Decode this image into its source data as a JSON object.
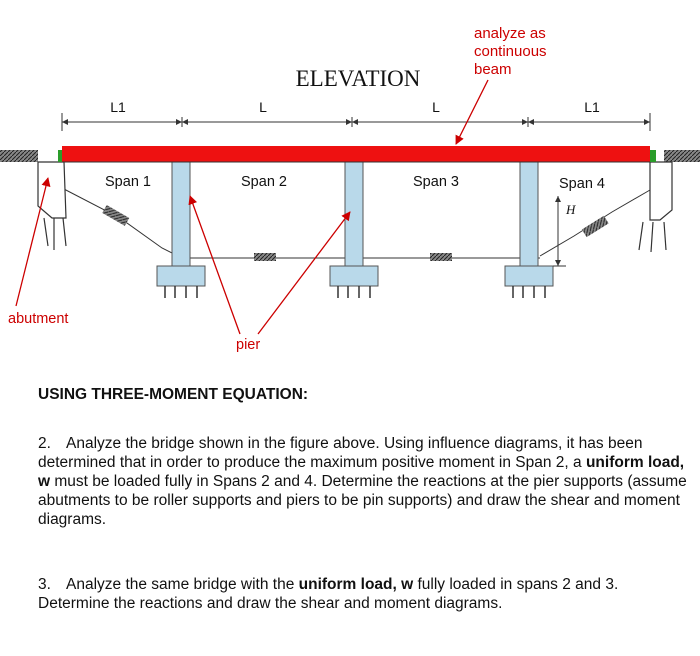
{
  "figure": {
    "title": "ELEVATION",
    "span_dimensions": [
      "L1",
      "L",
      "L",
      "L1"
    ],
    "span_labels": [
      "Span 1",
      "Span 2",
      "Span 3",
      "Span 4"
    ],
    "height_label": "H",
    "annotations": {
      "beam_note": [
        "analyze as",
        "continuous",
        "beam"
      ],
      "abutment": "abutment",
      "pier": "pier"
    },
    "colors": {
      "beam": "#ee1111",
      "pier": "#b9d9ea",
      "annotation": "#cc0000",
      "bearing": "#2a9d2a"
    }
  },
  "text": {
    "heading": "USING THREE-MOMENT EQUATION:",
    "problem2": {
      "number": "2.",
      "part1": "Analyze the bridge shown in the figure above. Using influence diagrams, it has been determined that in order to produce the maximum positive moment in Span 2, a ",
      "bold": "uniform load, w",
      "part2": " must be loaded fully in Spans 2 and 4. Determine the reactions at the pier supports (assume abutments to be roller supports and piers to be pin supports) and draw the shear and moment diagrams."
    },
    "problem3": {
      "number": "3.",
      "part1": "Analyze the same bridge with the ",
      "bold": "uniform load, w",
      "part2": " fully loaded in spans 2 and 3. Determine the reactions and draw the shear and moment diagrams."
    }
  }
}
